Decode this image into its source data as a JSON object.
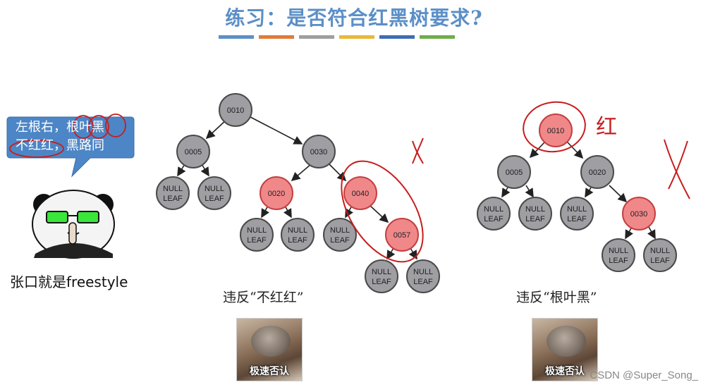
{
  "title": "练习：是否符合红黑树要求?",
  "color_bars": [
    "#5b8fc7",
    "#e07b39",
    "#9e9e9e",
    "#e8b93a",
    "#3e6db5",
    "#6fae4a"
  ],
  "bubble": {
    "line1": "左根右，根叶黑",
    "line2": "不红红，黑路同"
  },
  "panda_label": "张口就是freestyle",
  "tree1": {
    "caption": "违反“不红红”",
    "nodes": {
      "n0010": "0010",
      "n0005": "0005",
      "n0030": "0030",
      "n0020": "0020",
      "n0040": "0040",
      "n0057": "0057"
    },
    "null_top": "NULL",
    "null_bottom": "LEAF",
    "mark": "X"
  },
  "tree2": {
    "caption": "违反“根叶黑”",
    "nodes": {
      "n0010": "0010",
      "n0005": "0005",
      "n0020": "0020",
      "n0030": "0030"
    },
    "annotation": "红",
    "mark": "X"
  },
  "thumb_label": "极速否认",
  "watermark": "CSDN @Super_Song_"
}
